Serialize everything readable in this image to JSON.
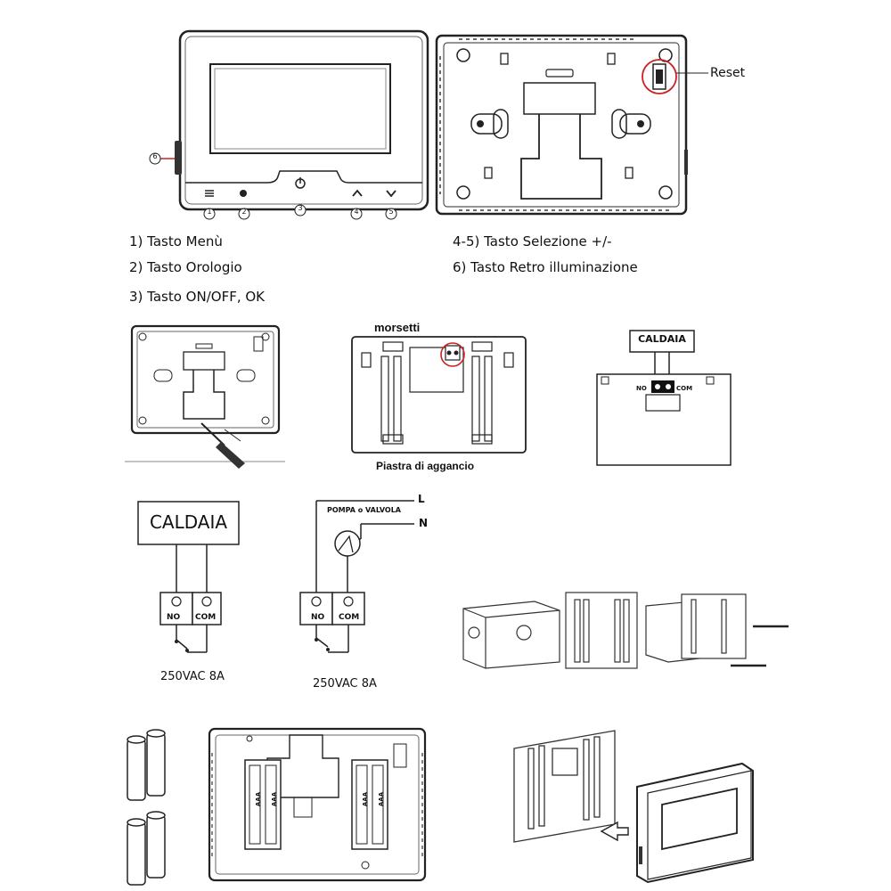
{
  "front_view": {
    "button_numbers": [
      "1",
      "2",
      "3",
      "4",
      "5",
      "6"
    ]
  },
  "back_view": {
    "reset_label": "Reset"
  },
  "legend": {
    "item1": "1) Tasto Menù",
    "item2": "2) Tasto Orologio",
    "item3": "3) Tasto ON/OFF, OK",
    "item45": "4-5) Tasto Selezione +/-",
    "item6": "6) Tasto Retro illuminazione"
  },
  "mounting_plate": {
    "terminals_label": "morsetti",
    "caption": "Piastra di aggancio"
  },
  "boiler_connection": {
    "boiler_label": "CALDAIA",
    "no_label": "NO",
    "com_label": "COM"
  },
  "wiring_boiler": {
    "boiler_label": "CALDAIA",
    "no_label": "NO",
    "com_label": "COM",
    "rating": "250VAC 8A"
  },
  "wiring_pump": {
    "line_label": "L",
    "neutral_label": "N",
    "pump_label": "POMPA o VALVOLA",
    "no_label": "NO",
    "com_label": "COM",
    "rating": "250VAC 8A"
  },
  "batteries": {
    "type_label": "AAA"
  }
}
